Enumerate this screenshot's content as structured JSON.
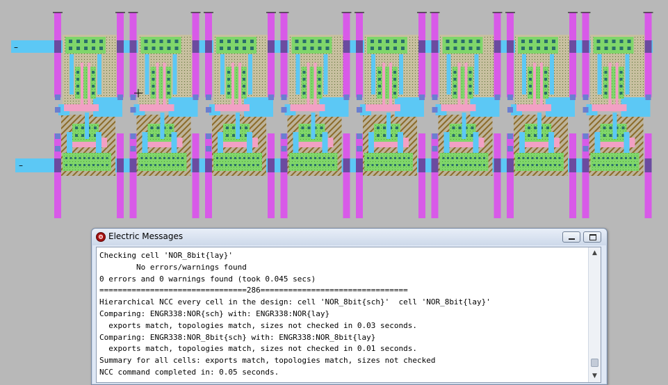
{
  "canvas": {
    "background": "#b8b8b8",
    "cell_count": 8,
    "export_labels": [
      "–",
      "–"
    ],
    "colors": {
      "metal1": "#5cc8f5",
      "metal1_dark": "#6a7fd0",
      "poly": "#f2a0c4",
      "metal2": "#d85ae8",
      "active": "#7fd66a",
      "contact": "#2a6e6a",
      "select": "#c8c890",
      "via": "#6b4ba0"
    },
    "cursor_icon": "crosshair-icon"
  },
  "messages_window": {
    "title": "Electric Messages",
    "app_icon": "electric-app-icon",
    "minimize_icon": "minimize-icon",
    "maximize_icon": "maximize-icon",
    "lines": [
      "Checking cell 'NOR_8bit{lay}'",
      "        No errors/warnings found",
      "0 errors and 0 warnings found (took 0.045 secs)",
      "================================286================================",
      "Hierarchical NCC every cell in the design: cell 'NOR_8bit{sch}'  cell 'NOR_8bit{lay}'",
      "Comparing: ENGR338:NOR{sch} with: ENGR338:NOR{lay}",
      "  exports match, topologies match, sizes not checked in 0.03 seconds.",
      "Comparing: ENGR338:NOR_8bit{sch} with: ENGR338:NOR_8bit{lay}",
      "  exports match, topologies match, sizes not checked in 0.01 seconds.",
      "Summary for all cells: exports match, topologies match, sizes not checked",
      "NCC command completed in: 0.05 seconds."
    ],
    "scroll_up_icon": "scroll-up-arrow-icon",
    "scroll_down_icon": "scroll-down-arrow-icon"
  }
}
